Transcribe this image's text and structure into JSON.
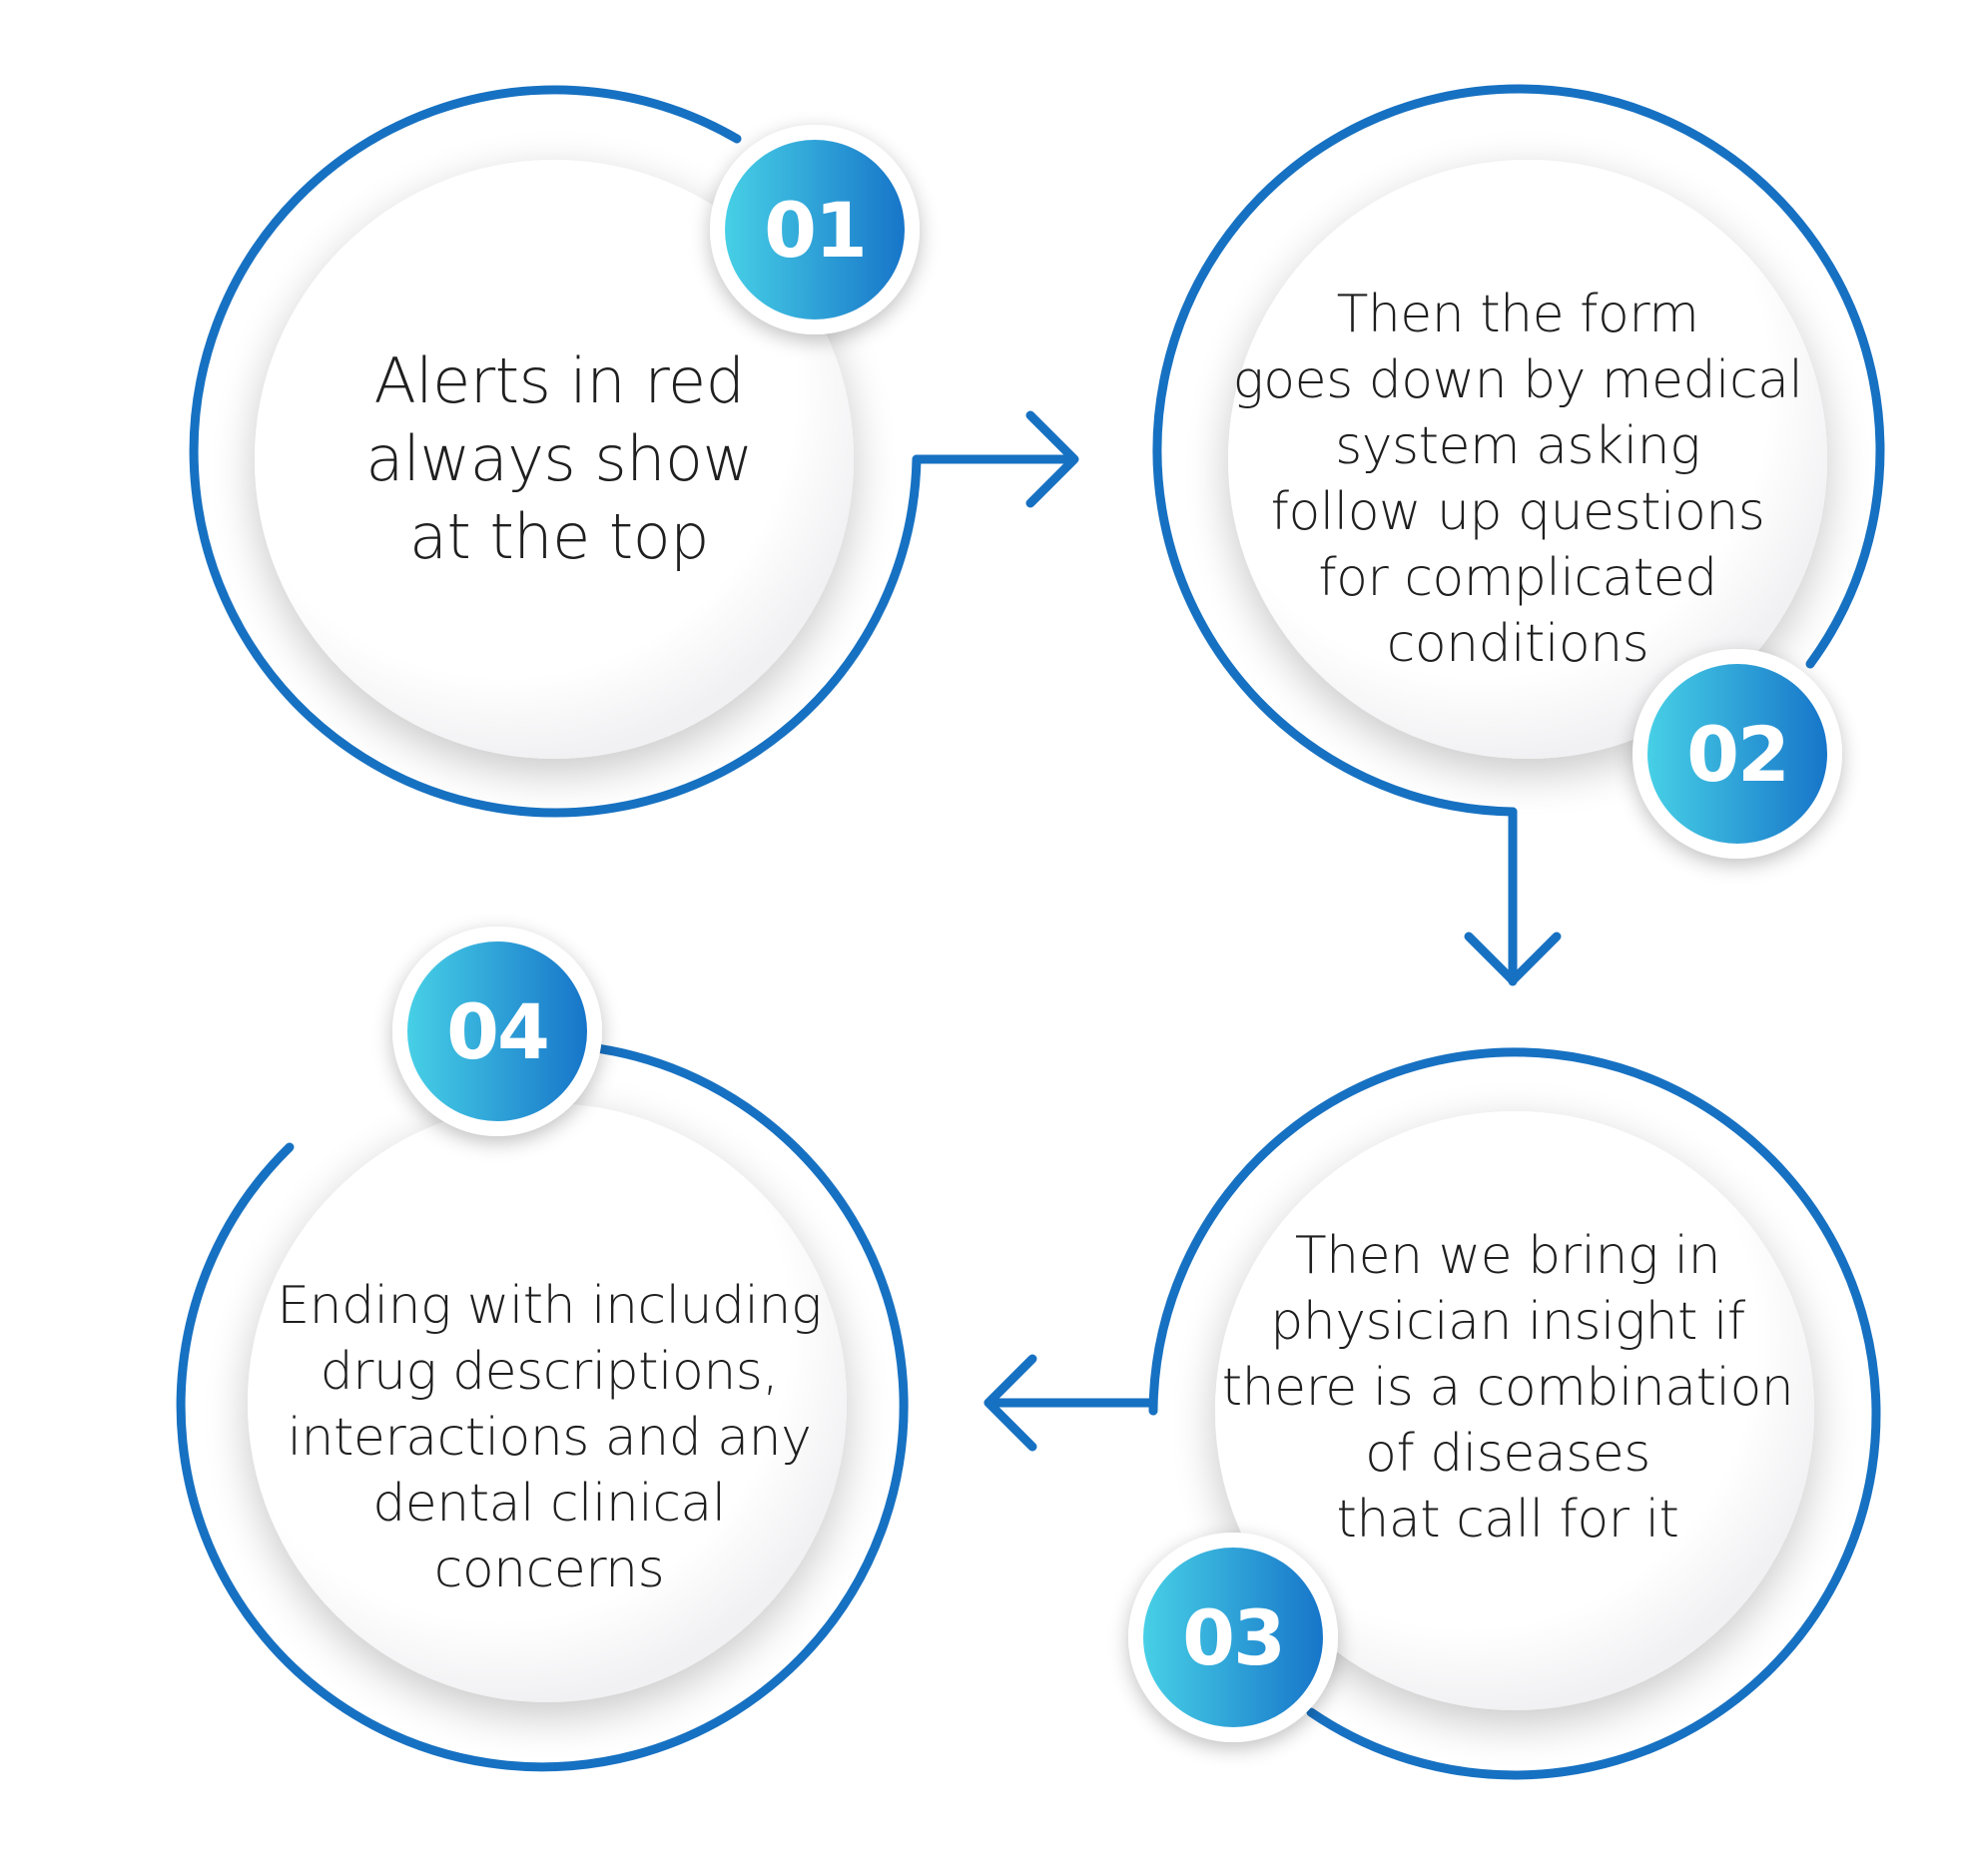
{
  "colors": {
    "ring": "#1771c2",
    "badge_gradient_start": "#47d0e6",
    "badge_gradient_end": "#1775c9",
    "text": "#1f1f1f"
  },
  "steps": [
    {
      "number": "01",
      "lines": [
        "Alerts in red",
        "always show",
        "at the top"
      ]
    },
    {
      "number": "02",
      "lines": [
        "Then the form",
        "goes  down by medical",
        "system asking",
        "follow up questions",
        "for  complicated",
        "conditions"
      ]
    },
    {
      "number": "03",
      "lines": [
        "Then we bring in",
        "physician insight if",
        "there is a combination",
        "of diseases",
        "that call for it"
      ]
    },
    {
      "number": "04",
      "lines": [
        "Ending with including",
        "drug descriptions,",
        "interactions and any",
        "dental clinical",
        "concerns"
      ]
    }
  ],
  "arrows": [
    {
      "from": "01",
      "to": "02",
      "icon": "arrow-right-icon"
    },
    {
      "from": "02",
      "to": "03",
      "icon": "arrow-down-icon"
    },
    {
      "from": "03",
      "to": "04",
      "icon": "arrow-left-icon"
    }
  ]
}
